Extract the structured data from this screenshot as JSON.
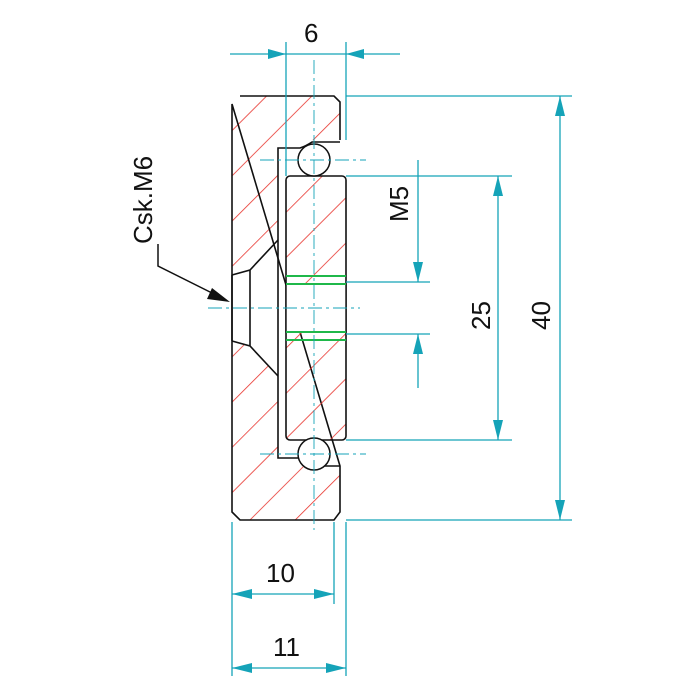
{
  "dimensions": {
    "top_width": "6",
    "thread": "M5",
    "inner_height": "25",
    "total_height": "40",
    "width_body": "10",
    "width_total": "11"
  },
  "callouts": {
    "countersink": "Csk.M6"
  },
  "colors": {
    "dimension": "#15a3b8",
    "hatch": "#e8332c",
    "outline": "#111111",
    "thread": "#1fb84a"
  }
}
